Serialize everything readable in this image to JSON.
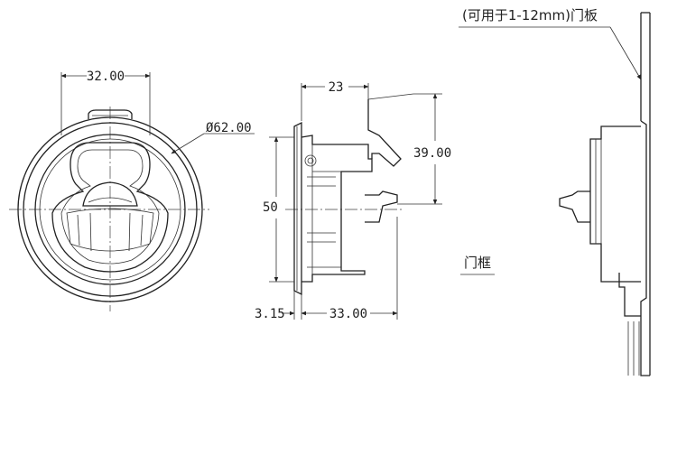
{
  "labels": {
    "dim_width_front": "32.00",
    "dim_diameter": "Ø62.00",
    "dim_depth_top": "23",
    "dim_height_right": "39.00",
    "dim_height_left": "50",
    "dim_flange": "3.15",
    "dim_depth_bottom": "33.00",
    "door_panel_note": "(可用于1-12mm)门板",
    "door_frame": "门框"
  }
}
